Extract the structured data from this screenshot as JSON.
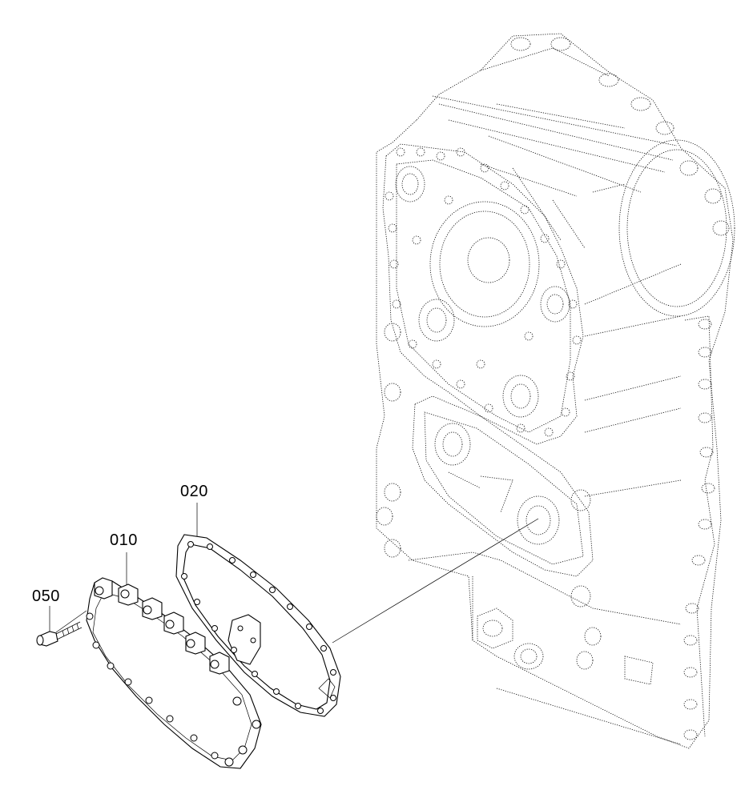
{
  "diagram": {
    "callouts": [
      {
        "id": "050",
        "label": "050"
      },
      {
        "id": "010",
        "label": "010"
      },
      {
        "id": "020",
        "label": "020"
      }
    ],
    "parts": [
      {
        "name": "transmission-housing"
      },
      {
        "name": "cover"
      },
      {
        "name": "gasket"
      },
      {
        "name": "screw"
      }
    ]
  }
}
